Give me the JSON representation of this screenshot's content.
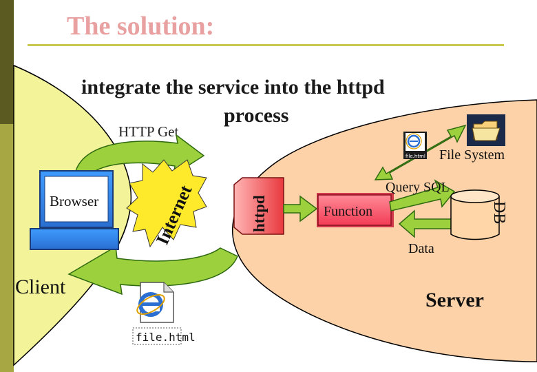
{
  "title": "The solution:",
  "subtitle_line1": "integrate the service into the httpd",
  "subtitle_line2": "process",
  "labels": {
    "http_get": "HTTP Get",
    "file_system": "File System",
    "browser": "Browser",
    "internet": "Internet",
    "httpd": "httpd",
    "function": "Function",
    "query_sql": "Query SQL",
    "db": "DB",
    "data": "Data",
    "client": "Client",
    "server": "Server",
    "file_icon_label": "file.html",
    "mini_icon_label": "file.html"
  },
  "colors": {
    "title": "#e8a0a0",
    "client_region": "#f3f39a",
    "server_region": "#fdd2a8",
    "left_bar_olive": "#a7a743",
    "left_bar_dark": "#5b5b21",
    "arrow_green": "#9cd03c",
    "arrow_outline": "#2f6a10",
    "function_box": "#ff5b6e",
    "internet_star": "#ffe92b",
    "db_cylinder": "#ffd6a8",
    "file_folder": "#f7d27a",
    "ie_blue": "#2a6fd1"
  },
  "icons": [
    "ie-logo-icon",
    "file-html-icon",
    "folder-icon",
    "computer-monitor-icon"
  ]
}
